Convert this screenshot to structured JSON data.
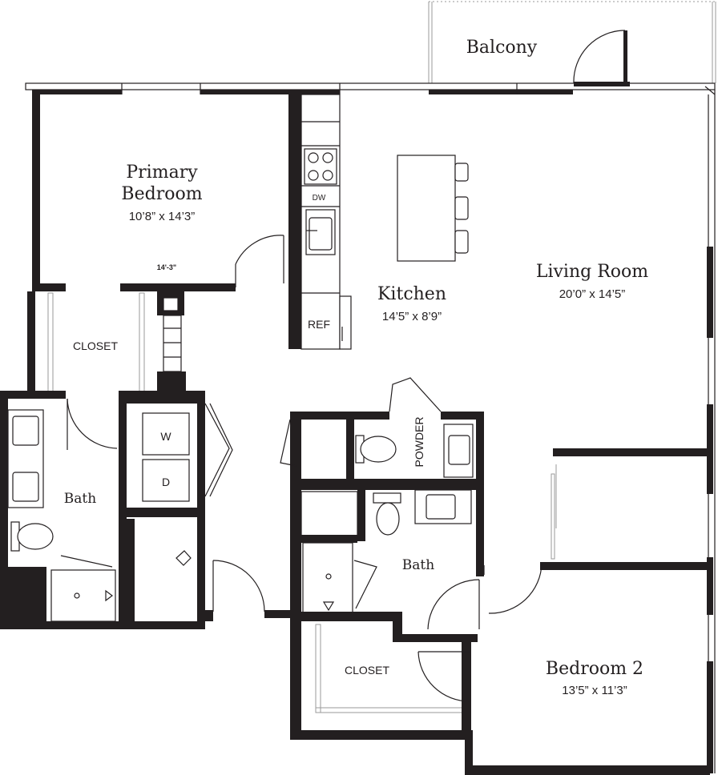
{
  "rooms": {
    "balcony": {
      "name": "Balcony"
    },
    "primary_bedroom": {
      "name_line1": "Primary",
      "name_line2": "Bedroom",
      "dimensions": "10’8” x 14’3”",
      "wall_note": "14'-3\""
    },
    "kitchen": {
      "name": "Kitchen",
      "dimensions": "14’5” x 8’9”"
    },
    "living_room": {
      "name": "Living Room",
      "dimensions": "20’0” x 14’5”"
    },
    "primary_closet": {
      "name": "CLOSET"
    },
    "primary_bath": {
      "name": "Bath"
    },
    "powder": {
      "name": "POWDER"
    },
    "bath_2": {
      "name": "Bath"
    },
    "closet_2": {
      "name": "CLOSET"
    },
    "bedroom_2": {
      "name": "Bedroom 2",
      "dimensions": "13’5” x 11’3”"
    }
  },
  "fixtures": {
    "dishwasher": "DW",
    "refrigerator": "REF",
    "washer": "W",
    "dryer": "D"
  }
}
